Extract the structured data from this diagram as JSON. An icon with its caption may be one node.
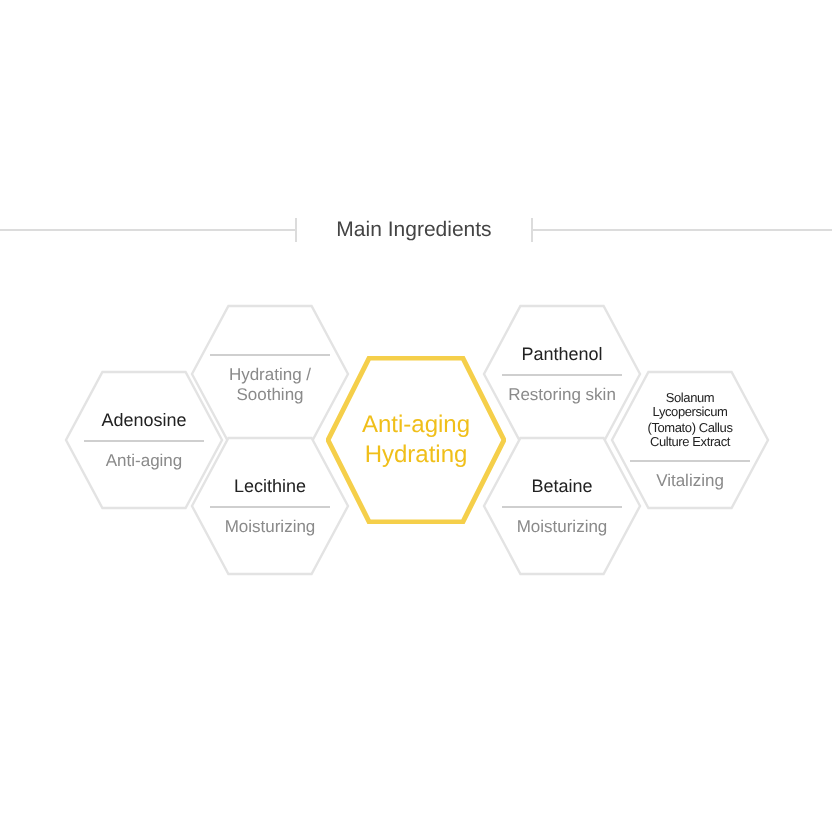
{
  "diagram": {
    "title": "Main Ingredients",
    "nodes": [
      {
        "text": [
          "Adenosine",
          "Anti-aging"
        ]
      },
      {
        "text": [
          "Hydrating / Soothing"
        ]
      },
      {
        "text": [
          "Lecithine",
          "Moisturizing"
        ]
      },
      {
        "text": [
          "Anti-aging Hydrating"
        ]
      },
      {
        "text": [
          "Panthenol",
          "Restoring skin"
        ]
      },
      {
        "text": [
          "Betaine",
          "Moisturizing"
        ]
      },
      {
        "text": [
          "Solanum Lycopersicum (Tomato) Callus Culture Extract",
          "Vitalizing"
        ]
      }
    ]
  }
}
